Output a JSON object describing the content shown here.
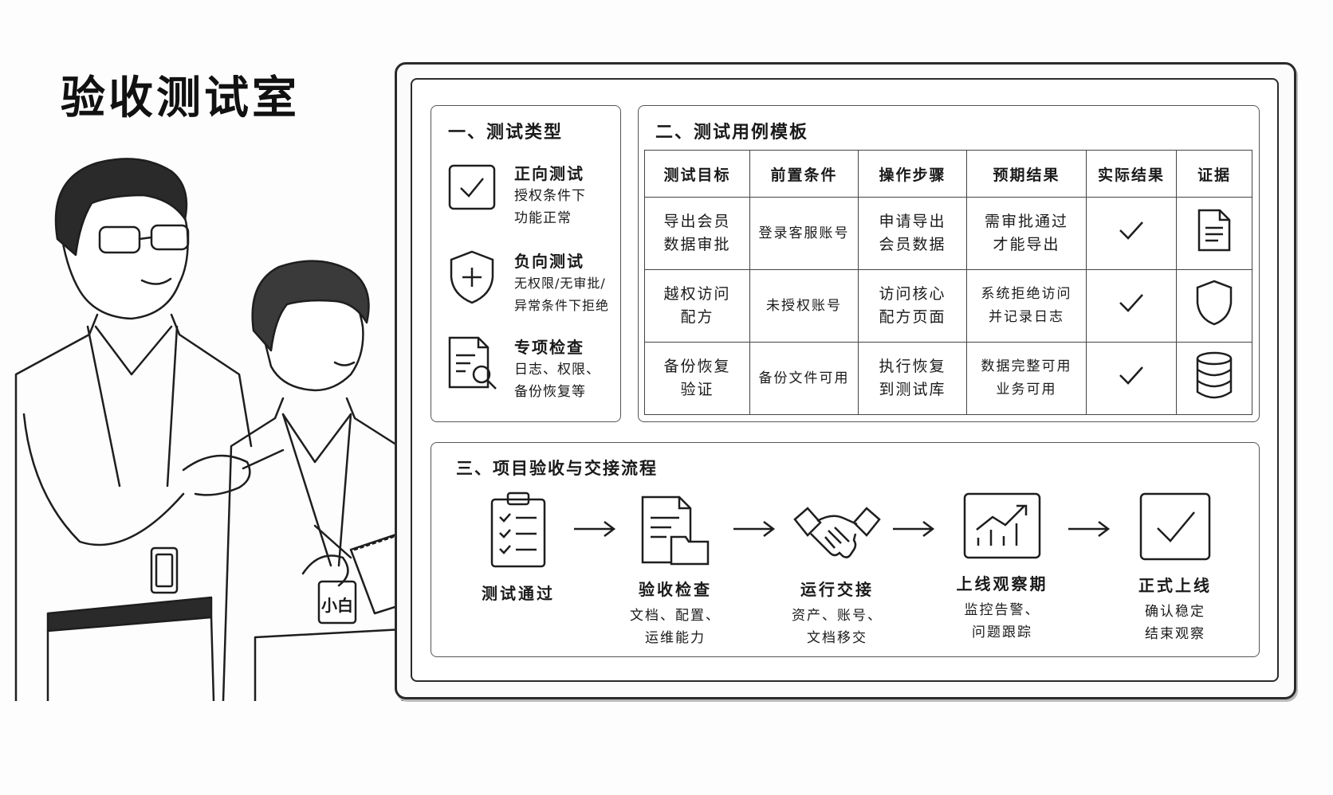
{
  "title": "验收测试室",
  "badge_name": "小白",
  "section1": {
    "title": "一、测试类型",
    "items": [
      {
        "icon": "checkbox-icon",
        "name": "正向测试",
        "desc": [
          "授权条件下",
          "功能正常"
        ]
      },
      {
        "icon": "shield-plus-icon",
        "name": "负向测试",
        "desc": [
          "无权限/无审批/",
          "异常条件下拒绝"
        ]
      },
      {
        "icon": "document-search-icon",
        "name": "专项检查",
        "desc": [
          "日志、权限、",
          "备份恢复等"
        ]
      }
    ]
  },
  "section2": {
    "title": "二、测试用例模板",
    "headers": [
      "测试目标",
      "前置条件",
      "操作步骤",
      "预期结果",
      "实际结果",
      "证据"
    ],
    "rows": [
      {
        "goal": [
          "导出会员",
          "数据审批"
        ],
        "pre": "登录客服账号",
        "steps": [
          "申请导出",
          "会员数据"
        ],
        "expected": [
          "需审批通过",
          "才能导出"
        ],
        "actual": "check-icon",
        "evidence": "document-icon"
      },
      {
        "goal": [
          "越权访问",
          "配方"
        ],
        "pre": "未授权账号",
        "steps": [
          "访问核心",
          "配方页面"
        ],
        "expected": [
          "系统拒绝访问",
          "并记录日志"
        ],
        "actual": "check-icon",
        "evidence": "shield-icon"
      },
      {
        "goal": [
          "备份恢复",
          "验证"
        ],
        "pre": "备份文件可用",
        "steps": [
          "执行恢复",
          "到测试库"
        ],
        "expected": [
          "数据完整可用",
          "业务可用"
        ],
        "actual": "check-icon",
        "evidence": "database-icon"
      }
    ]
  },
  "section3": {
    "title": "三、项目验收与交接流程",
    "steps": [
      {
        "icon": "clipboard-checklist-icon",
        "label": "测试通过",
        "desc": []
      },
      {
        "icon": "document-folder-icon",
        "label": "验收检查",
        "desc": [
          "文档、配置、",
          "运维能力"
        ]
      },
      {
        "icon": "handshake-icon",
        "label": "运行交接",
        "desc": [
          "资产、账号、",
          "文档移交"
        ]
      },
      {
        "icon": "chart-monitor-icon",
        "label": "上线观察期",
        "desc": [
          "监控告警、",
          "问题跟踪"
        ]
      },
      {
        "icon": "checkbox-icon",
        "label": "正式上线",
        "desc": [
          "确认稳定",
          "结束观察"
        ]
      }
    ]
  }
}
